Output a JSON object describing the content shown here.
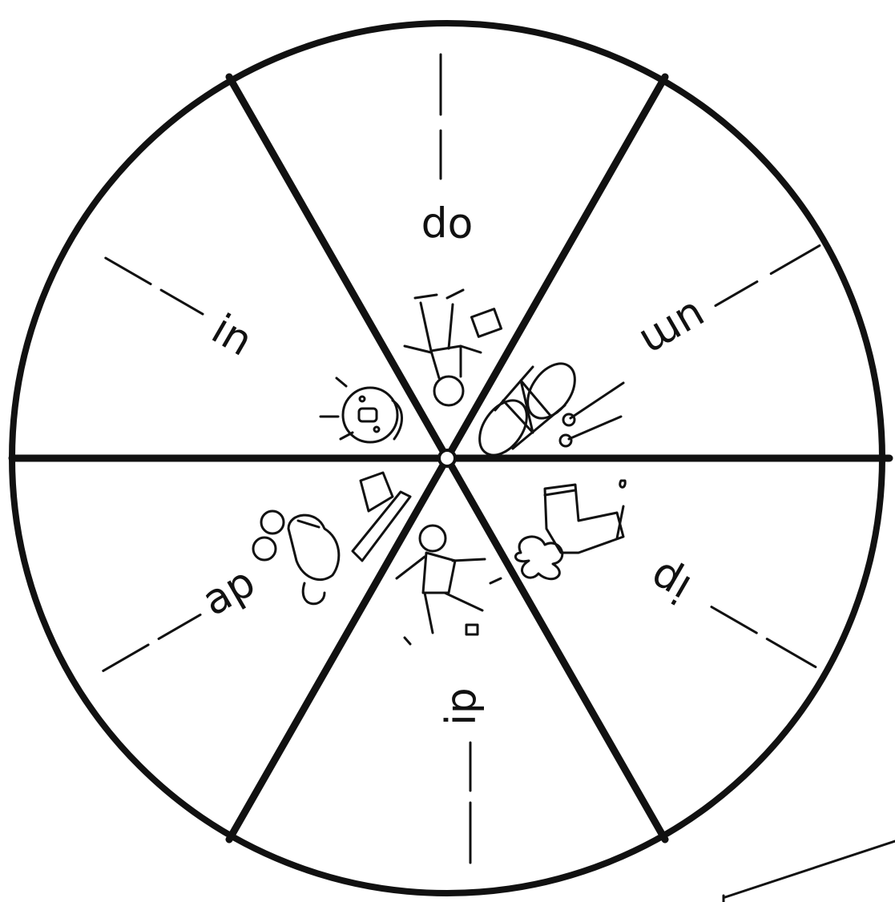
{
  "wheel": {
    "ink_color": "#111111",
    "paper_color": "#ffffff",
    "segments": [
      {
        "word": "op",
        "picture": "jumping-child-icon"
      },
      {
        "word": "um",
        "picture": "drum-icon"
      },
      {
        "word": "ip",
        "picture": "sock-icon"
      },
      {
        "word": "ip",
        "picture": "tripping-child-icon"
      },
      {
        "word": "ap",
        "picture": "mouse-trap-icon"
      },
      {
        "word": "in",
        "picture": "grinning-face-icon"
      }
    ]
  }
}
